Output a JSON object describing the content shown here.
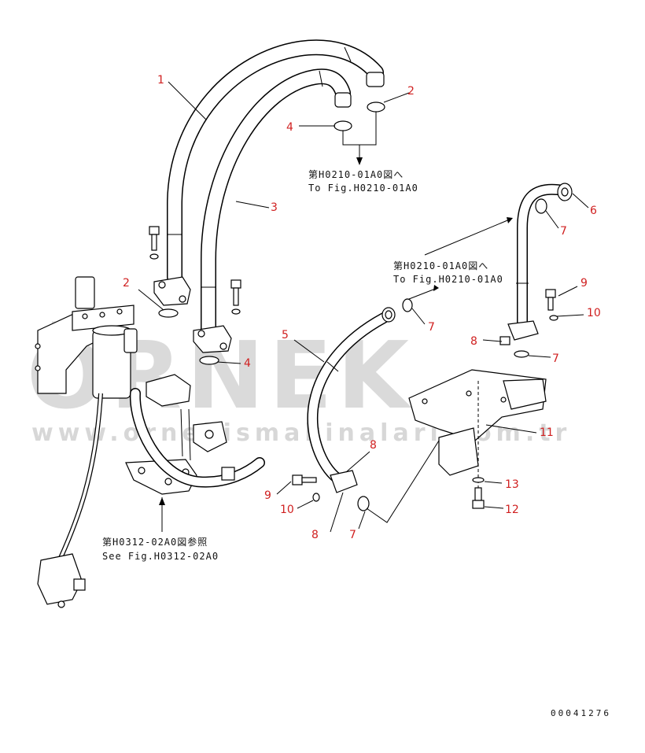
{
  "watermark": {
    "brand": "ÖRNEK",
    "url": "www.ornekismakinalari.com.tr"
  },
  "callouts": [
    {
      "id": "c1",
      "text": "1"
    },
    {
      "id": "c2a",
      "text": "2"
    },
    {
      "id": "c2b",
      "text": "2"
    },
    {
      "id": "c3",
      "text": "3"
    },
    {
      "id": "c4a",
      "text": "4"
    },
    {
      "id": "c4b",
      "text": "4"
    },
    {
      "id": "c5",
      "text": "5"
    },
    {
      "id": "c6",
      "text": "6"
    },
    {
      "id": "c7a",
      "text": "7"
    },
    {
      "id": "c7b",
      "text": "7"
    },
    {
      "id": "c7c",
      "text": "7"
    },
    {
      "id": "c7d",
      "text": "7"
    },
    {
      "id": "c8a",
      "text": "8"
    },
    {
      "id": "c8b",
      "text": "8"
    },
    {
      "id": "c8c",
      "text": "8"
    },
    {
      "id": "c9a",
      "text": "9"
    },
    {
      "id": "c9b",
      "text": "9"
    },
    {
      "id": "c10a",
      "text": "10"
    },
    {
      "id": "c10b",
      "text": "10"
    },
    {
      "id": "c11",
      "text": "11"
    },
    {
      "id": "c12",
      "text": "12"
    },
    {
      "id": "c13",
      "text": "13"
    }
  ],
  "references": {
    "ref_top": {
      "jp": "第H0210-01A0図へ",
      "en": "To Fig.H0210-01A0"
    },
    "ref_right": {
      "jp": "第H0210-01A0図へ",
      "en": "To Fig.H0210-01A0"
    },
    "ref_bottom": {
      "jp": "第H0312-02A0図参照",
      "en": "See Fig.H0312-02A0"
    }
  },
  "drawing_code": "00041276",
  "colors": {
    "callout": "#d02020",
    "line": "#000000",
    "watermark": "#bdbdbd"
  }
}
